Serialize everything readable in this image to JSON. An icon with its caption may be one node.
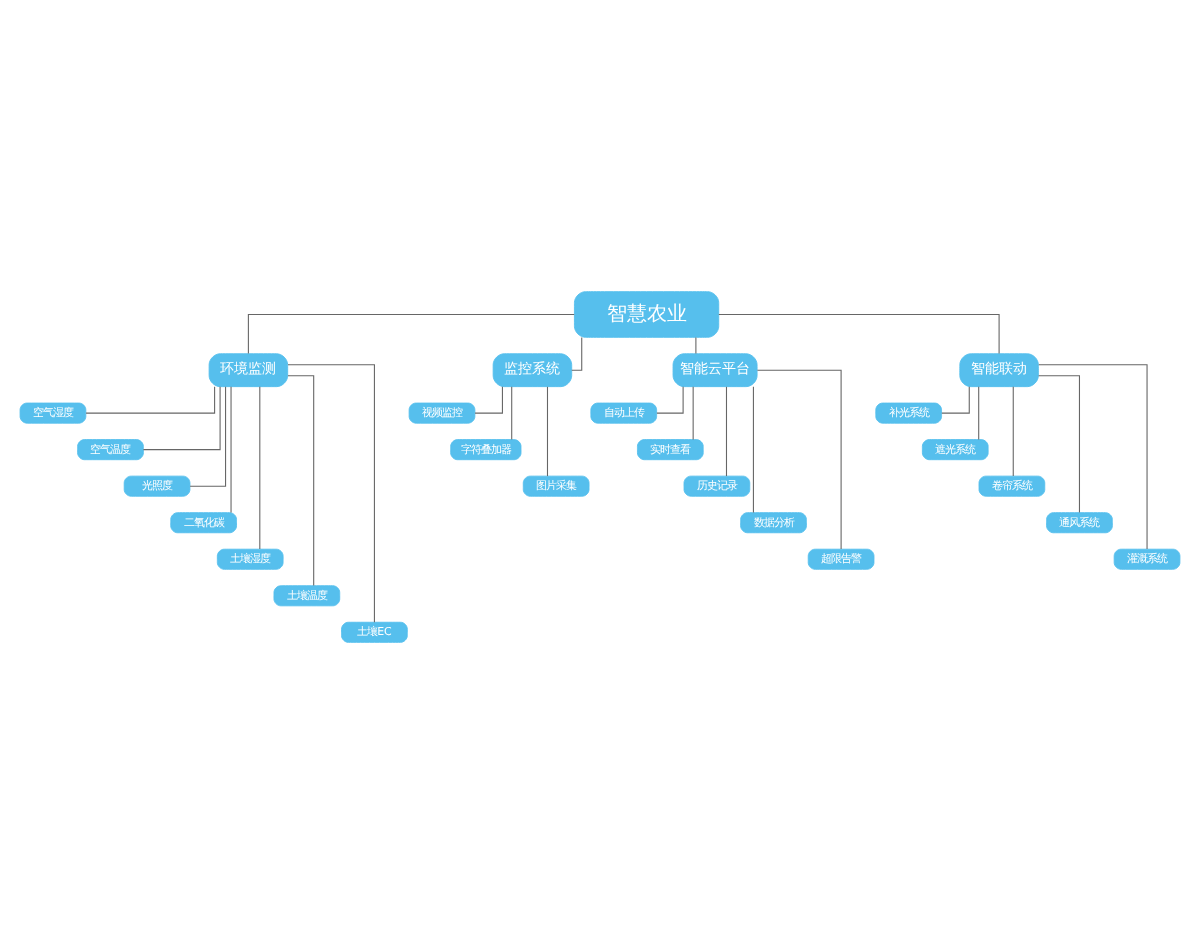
{
  "diagram": {
    "nodes": [
      {
        "text": [
          "智慧农业"
        ]
      },
      {
        "text": [
          "环境监测"
        ]
      },
      {
        "text": [
          "监控系统"
        ]
      },
      {
        "text": [
          "智能云平台"
        ]
      },
      {
        "text": [
          "智能联动"
        ]
      },
      {
        "text": [
          "空气湿度"
        ]
      },
      {
        "text": [
          "空气温度"
        ]
      },
      {
        "text": [
          "光照度"
        ]
      },
      {
        "text": [
          "二氧化碳"
        ]
      },
      {
        "text": [
          "土壤湿度"
        ]
      },
      {
        "text": [
          "土壤温度"
        ]
      },
      {
        "text": [
          "土壤EC"
        ]
      },
      {
        "text": [
          "视频监控"
        ]
      },
      {
        "text": [
          "字符叠加器"
        ]
      },
      {
        "text": [
          "图片采集"
        ]
      },
      {
        "text": [
          "自动上传"
        ]
      },
      {
        "text": [
          "实时查看"
        ]
      },
      {
        "text": [
          "历史记录"
        ]
      },
      {
        "text": [
          "数据分析"
        ]
      },
      {
        "text": [
          "超限告警"
        ]
      },
      {
        "text": [
          "补光系统"
        ]
      },
      {
        "text": [
          "遮光系统"
        ]
      },
      {
        "text": [
          "卷帘系统"
        ]
      },
      {
        "text": [
          "通风系统"
        ]
      },
      {
        "text": [
          "灌溉系统"
        ]
      }
    ],
    "edges": [
      {
        "from": 0,
        "to": 1,
        "arrow": "none"
      },
      {
        "from": 0,
        "to": 2,
        "arrow": "none"
      },
      {
        "from": 0,
        "to": 3,
        "arrow": "none"
      },
      {
        "from": 0,
        "to": 4,
        "arrow": "none"
      },
      {
        "from": 1,
        "to": 5,
        "arrow": "none"
      },
      {
        "from": 1,
        "to": 6,
        "arrow": "none"
      },
      {
        "from": 1,
        "to": 7,
        "arrow": "none"
      },
      {
        "from": 1,
        "to": 8,
        "arrow": "none"
      },
      {
        "from": 1,
        "to": 9,
        "arrow": "none"
      },
      {
        "from": 1,
        "to": 10,
        "arrow": "none"
      },
      {
        "from": 1,
        "to": 11,
        "arrow": "none"
      },
      {
        "from": 2,
        "to": 12,
        "arrow": "none"
      },
      {
        "from": 2,
        "to": 13,
        "arrow": "none"
      },
      {
        "from": 2,
        "to": 14,
        "arrow": "none"
      },
      {
        "from": 3,
        "to": 15,
        "arrow": "none"
      },
      {
        "from": 3,
        "to": 16,
        "arrow": "none"
      },
      {
        "from": 3,
        "to": 17,
        "arrow": "none"
      },
      {
        "from": 3,
        "to": 18,
        "arrow": "none"
      },
      {
        "from": 3,
        "to": 19,
        "arrow": "none"
      },
      {
        "from": 4,
        "to": 20,
        "arrow": "none"
      },
      {
        "from": 4,
        "to": 21,
        "arrow": "none"
      },
      {
        "from": 4,
        "to": 22,
        "arrow": "none"
      },
      {
        "from": 4,
        "to": 23,
        "arrow": "none"
      },
      {
        "from": 4,
        "to": 24,
        "arrow": "none"
      }
    ]
  }
}
